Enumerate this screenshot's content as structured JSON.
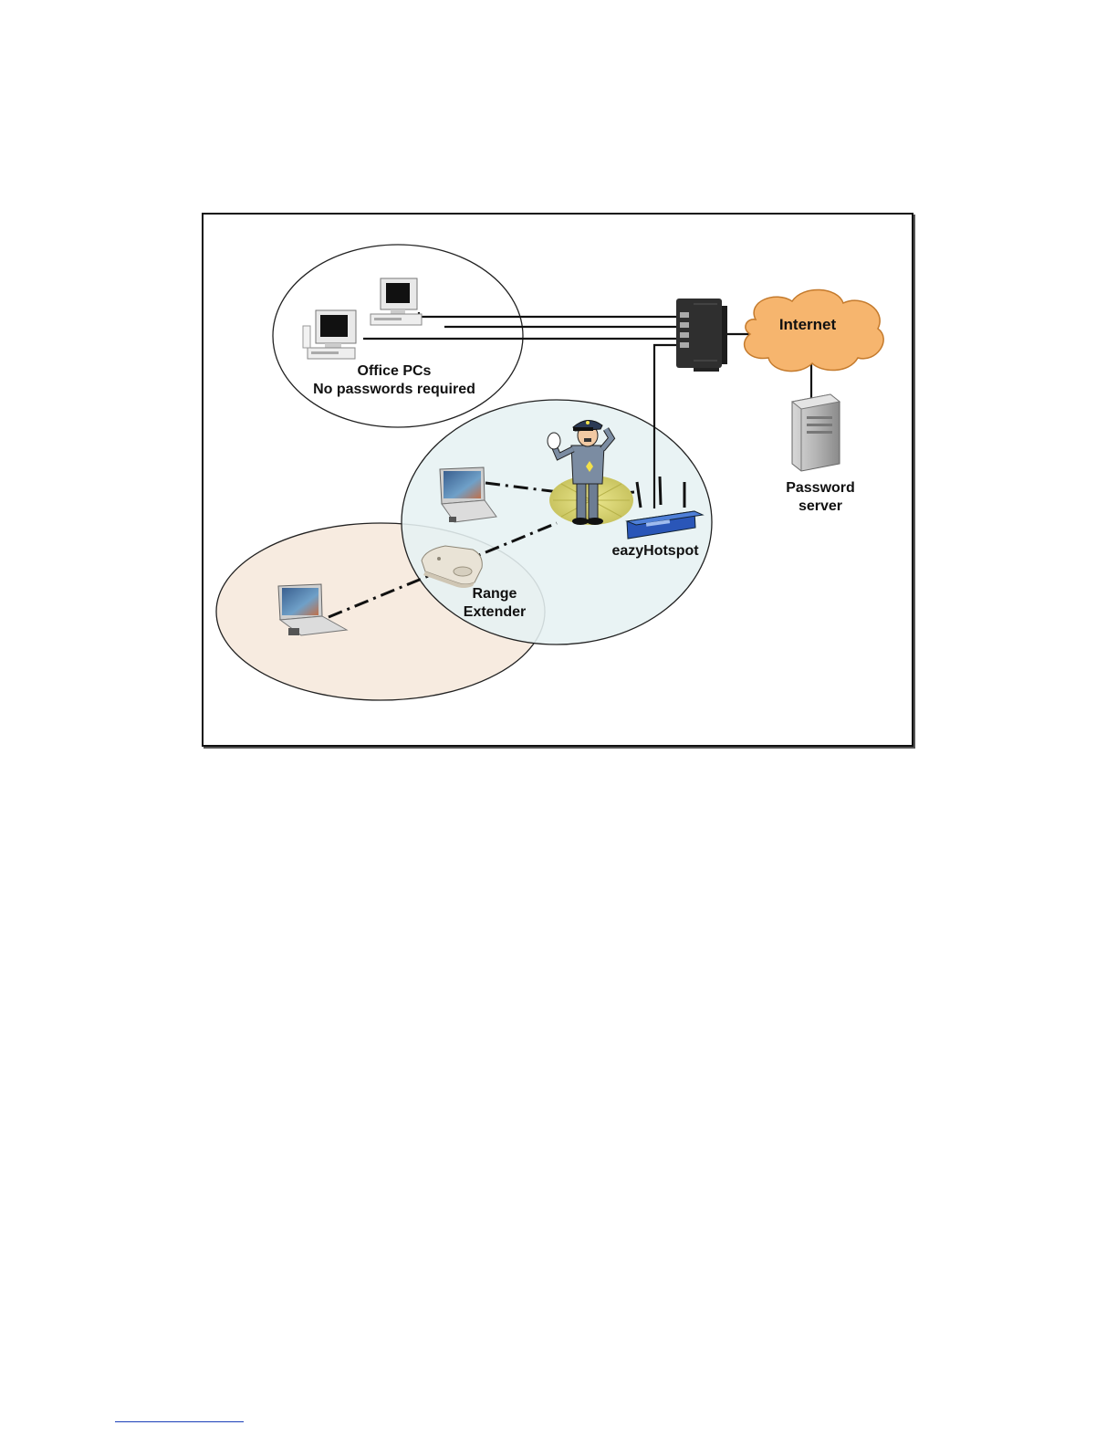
{
  "diagram": {
    "labels": {
      "office_line1": "Office PCs",
      "office_line2": "No passwords required",
      "internet": "Internet",
      "password_line1": "Password",
      "password_line2": "server",
      "hotspot": "eazyHotspot",
      "range_line1": "Range",
      "range_line2": "Extender"
    },
    "colors": {
      "hotspot_zone": "#e6f1f3",
      "extender_zone": "#f7ebe0",
      "cloud": "#f6b56e",
      "router": "#2a56b8",
      "guard_halo": "#d9d57a",
      "border": "#111111"
    },
    "icons": [
      "office-pc-icon",
      "switch-icon",
      "internet-cloud-icon",
      "password-server-icon",
      "laptop-icon",
      "guard-icon",
      "wireless-router-icon",
      "range-extender-icon"
    ]
  }
}
